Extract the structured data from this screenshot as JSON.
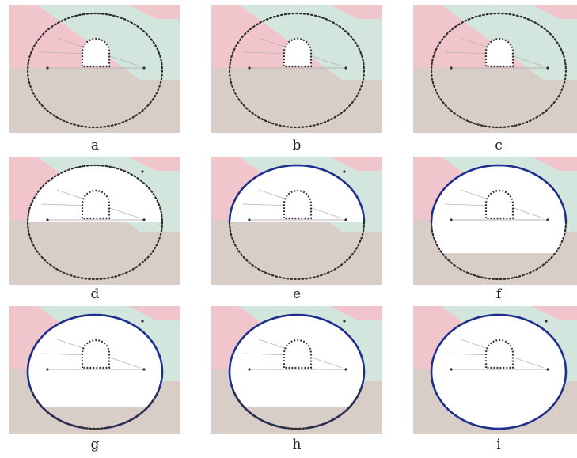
{
  "figure": {
    "panels": [
      {
        "label": "a",
        "outer_state": "dotted",
        "top_excavated": false,
        "bottom_state": "none",
        "marker_dot": false
      },
      {
        "label": "b",
        "outer_state": "dotted",
        "top_excavated": false,
        "bottom_state": "none",
        "marker_dot": false
      },
      {
        "label": "c",
        "outer_state": "dotted",
        "top_excavated": false,
        "bottom_state": "none",
        "marker_dot": false
      },
      {
        "label": "d",
        "outer_state": "dotted",
        "top_excavated": true,
        "bottom_state": "none",
        "marker_dot": true
      },
      {
        "label": "e",
        "outer_state": "top-solid",
        "top_excavated": true,
        "bottom_state": "none",
        "marker_dot": true
      },
      {
        "label": "f",
        "outer_state": "top-solid",
        "top_excavated": true,
        "bottom_state": "bench",
        "marker_dot": false
      },
      {
        "label": "g",
        "outer_state": "sides-solid",
        "top_excavated": true,
        "bottom_state": "bench-low",
        "marker_dot": true
      },
      {
        "label": "h",
        "outer_state": "sides-solid",
        "top_excavated": true,
        "bottom_state": "bench-low",
        "marker_dot": true
      },
      {
        "label": "i",
        "outer_state": "all-solid",
        "top_excavated": true,
        "bottom_state": "full",
        "marker_dot": true
      }
    ],
    "colors": {
      "background": "#d9cdc8",
      "pink_zone": "#f0c6cc",
      "green_zone": "#d2e6de",
      "excavated": "#ffffff",
      "dotted_outline": "#2f2f2f",
      "solid_lining": "#1f2f8c",
      "inner_line": "#b9b4b2"
    }
  }
}
